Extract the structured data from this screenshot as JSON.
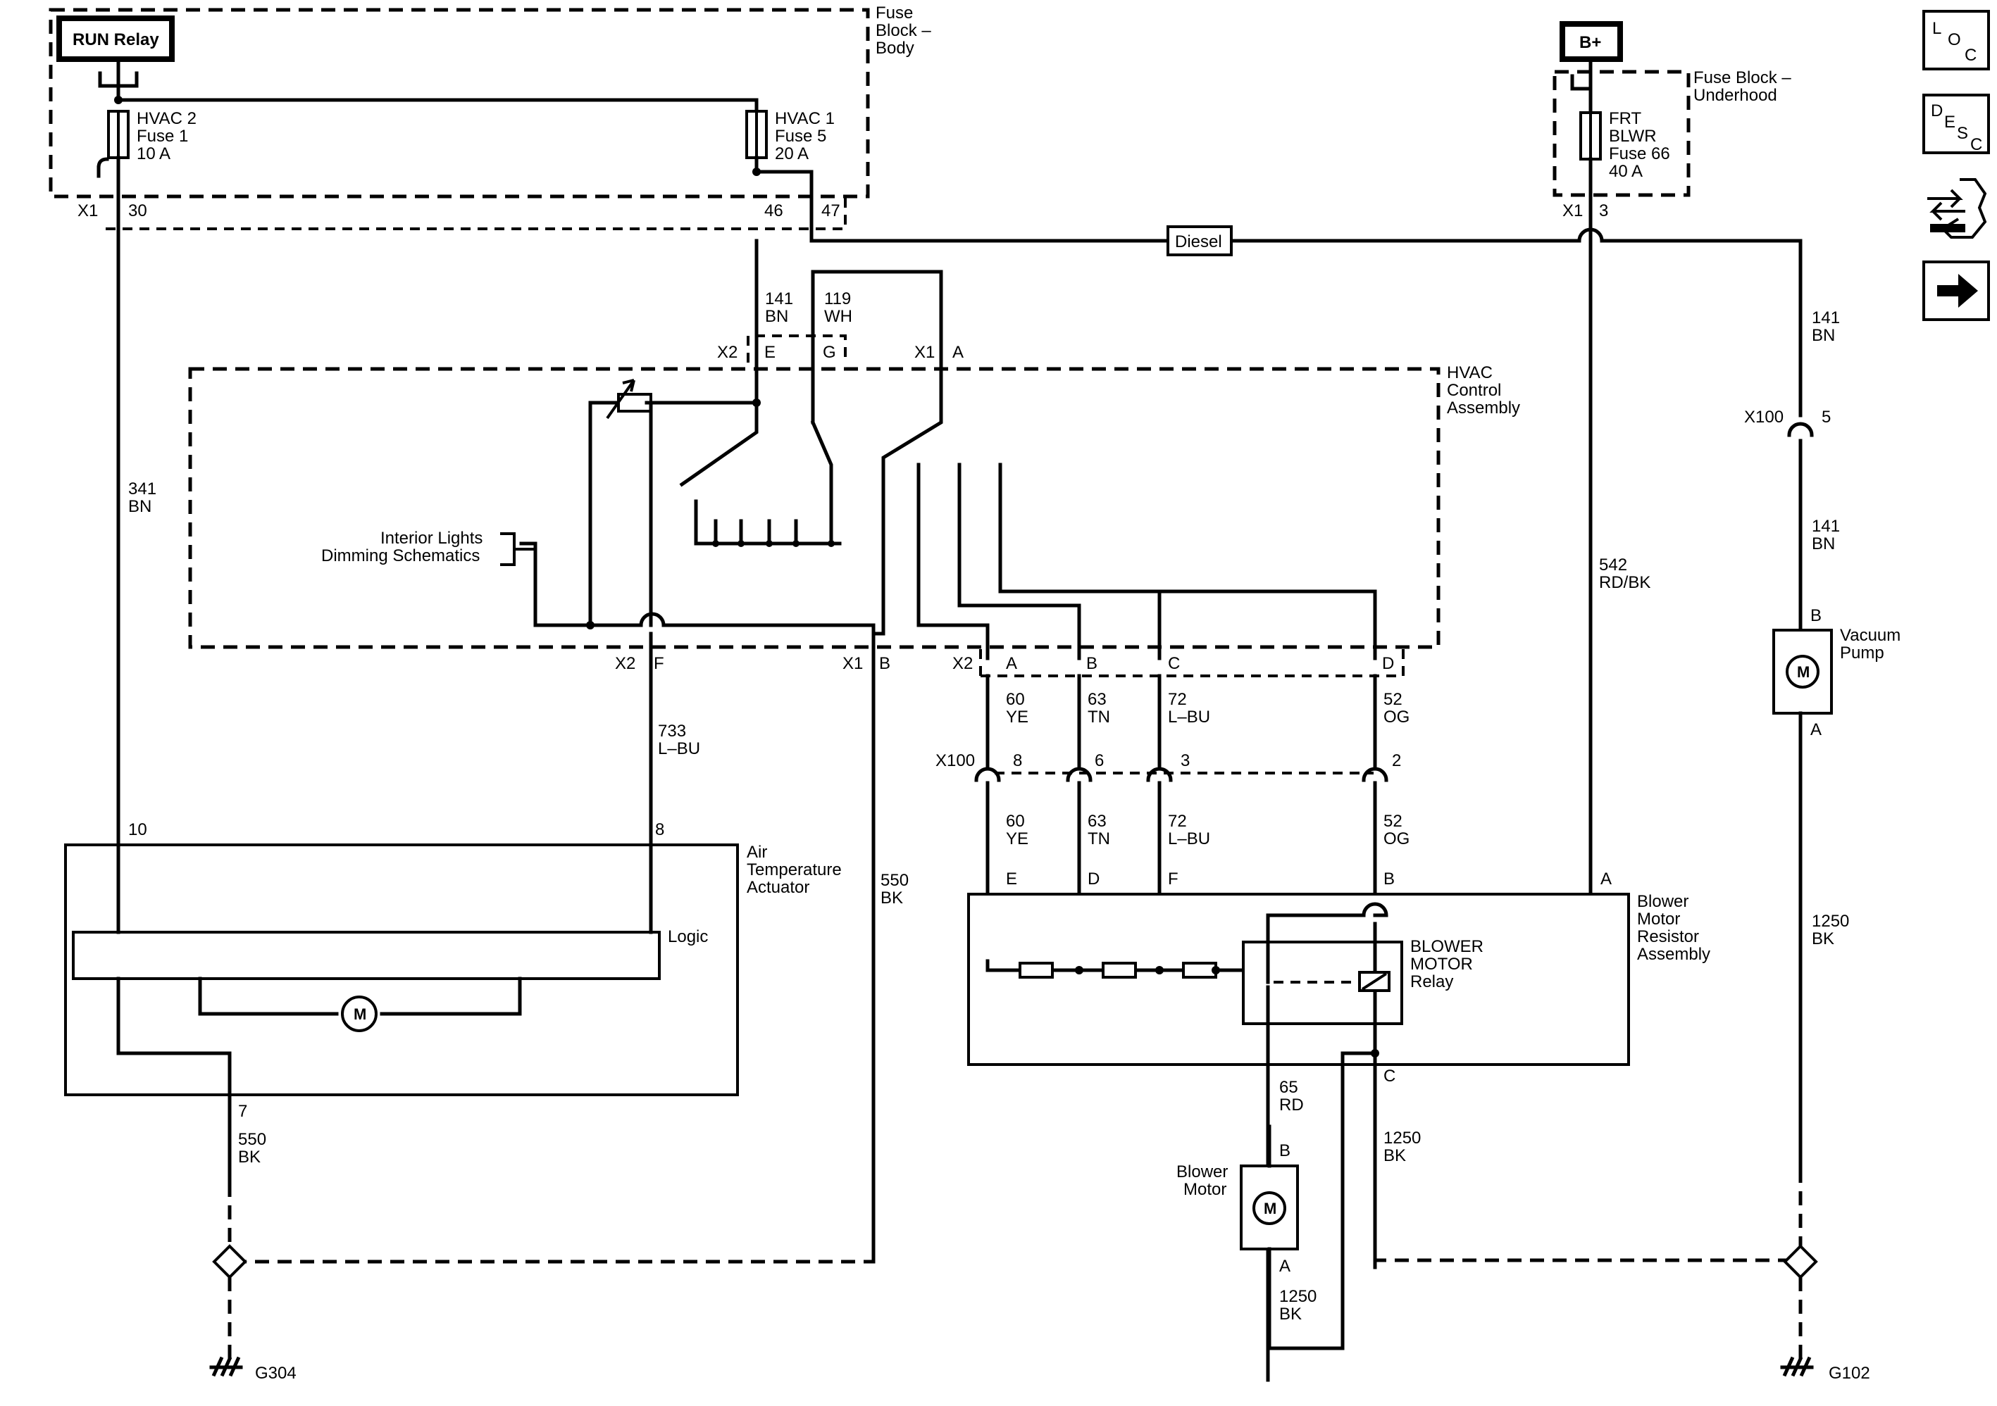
{
  "nav_icons": {
    "loc": {
      "letters": [
        "L",
        "O",
        "C"
      ]
    },
    "desc": {
      "letters": [
        "D",
        "E",
        "S",
        "C"
      ]
    },
    "service_icon": "wrench-arrows-icon",
    "next_icon": "right-arrow-icon"
  },
  "sources": {
    "run_relay": "RUN Relay",
    "b_plus": "B+"
  },
  "fuse_blocks": {
    "body": {
      "lines": [
        "Fuse",
        "Block –",
        "Body"
      ]
    },
    "underhood": {
      "lines": [
        "Fuse Block –",
        "Underhood"
      ]
    }
  },
  "fuses": {
    "hvac2": {
      "lines": [
        "HVAC 2",
        "Fuse 1",
        "10 A"
      ]
    },
    "hvac1": {
      "lines": [
        "HVAC 1",
        "Fuse 5",
        "20 A"
      ]
    },
    "frt_blwr": {
      "lines": [
        "FRT",
        "BLWR",
        "Fuse 66",
        "40 A"
      ]
    }
  },
  "option_label": "Diesel",
  "connectors": {
    "x1": "X1",
    "x2": "X2",
    "x100": "X100",
    "p30": "30",
    "p46": "46",
    "p47": "47",
    "p3": "3",
    "pE": "E",
    "pG": "G",
    "pA": "A",
    "pF": "F",
    "pB": "B",
    "pC": "C",
    "pD": "D",
    "p5": "5",
    "p8": "8",
    "p6": "6",
    "p2": "2",
    "p10": "10",
    "p7": "7"
  },
  "wires": {
    "w341": {
      "circuit": "341",
      "color": "BN"
    },
    "w141a": {
      "circuit": "141",
      "color": "BN"
    },
    "w119": {
      "circuit": "119",
      "color": "WH"
    },
    "w141b": {
      "circuit": "141",
      "color": "BN"
    },
    "w141c": {
      "circuit": "141",
      "color": "BN"
    },
    "w542": {
      "circuit": "542",
      "color": "RD/BK"
    },
    "w733": {
      "circuit": "733",
      "color": "L–BU"
    },
    "w60a": {
      "circuit": "60",
      "color": "YE"
    },
    "w63a": {
      "circuit": "63",
      "color": "TN"
    },
    "w72a": {
      "circuit": "72",
      "color": "L–BU"
    },
    "w52a": {
      "circuit": "52",
      "color": "OG"
    },
    "w60b": {
      "circuit": "60",
      "color": "YE"
    },
    "w63b": {
      "circuit": "63",
      "color": "TN"
    },
    "w72b": {
      "circuit": "72",
      "color": "L–BU"
    },
    "w52b": {
      "circuit": "52",
      "color": "OG"
    },
    "w550a": {
      "circuit": "550",
      "color": "BK"
    },
    "w550b": {
      "circuit": "550",
      "color": "BK"
    },
    "w1250a": {
      "circuit": "1250",
      "color": "BK"
    },
    "w1250b": {
      "circuit": "1250",
      "color": "BK"
    },
    "w1250c": {
      "circuit": "1250",
      "color": "BK"
    },
    "w65": {
      "circuit": "65",
      "color": "RD"
    }
  },
  "components": {
    "hvac_control": {
      "lines": [
        "HVAC",
        "Control",
        "Assembly"
      ]
    },
    "interior_lights": {
      "lines": [
        "Interior Lights",
        "Dimming Schematics"
      ]
    },
    "air_temp_actuator": {
      "lines": [
        "Air",
        "Temperature",
        "Actuator"
      ]
    },
    "logic": "Logic",
    "motor_symbol": "M",
    "blower_resistor": {
      "lines": [
        "Blower",
        "Motor",
        "Resistor",
        "Assembly"
      ]
    },
    "blower_relay": {
      "lines": [
        "BLOWER",
        "MOTOR",
        "Relay"
      ]
    },
    "blower_motor": {
      "lines": [
        "Blower",
        "Motor"
      ]
    },
    "vacuum_pump": {
      "lines": [
        "Vacuum",
        "Pump"
      ]
    }
  },
  "grounds": {
    "g304": "G304",
    "g102": "G102"
  }
}
